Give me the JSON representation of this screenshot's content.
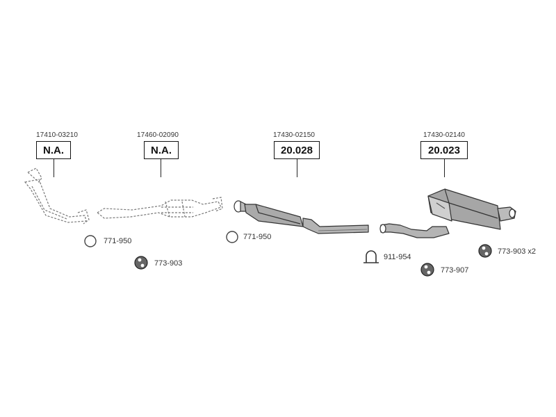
{
  "sections": [
    {
      "oe_number": "17410-03210",
      "part_code": "N.A."
    },
    {
      "oe_number": "17460-02090",
      "part_code": "N.A."
    },
    {
      "oe_number": "17430-02150",
      "part_code": "20.028"
    },
    {
      "oe_number": "17430-02140",
      "part_code": "20.023"
    }
  ],
  "accessories": [
    {
      "code": "771-950",
      "icon": "gasket-ring-icon"
    },
    {
      "code": "773-903",
      "icon": "rubber-mount-icon"
    },
    {
      "code": "771-950",
      "icon": "gasket-ring-icon"
    },
    {
      "code": "911-954",
      "icon": "pipe-clamp-icon"
    },
    {
      "code": "773-907",
      "icon": "rubber-mount-icon"
    },
    {
      "code": "773-903 x2",
      "icon": "rubber-mount-icon"
    }
  ],
  "colors": {
    "part_fill": "#aaaaaa",
    "part_stroke": "#333333",
    "na_part_stroke": "#777777"
  }
}
